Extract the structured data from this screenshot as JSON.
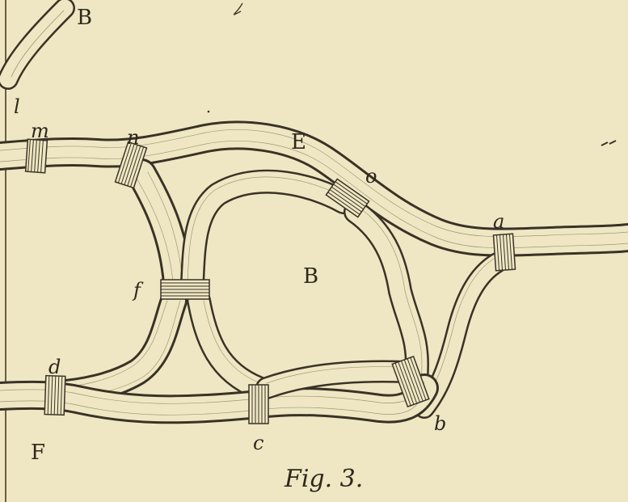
{
  "figure": {
    "caption": "Fig. 3.",
    "regions": {
      "upper_left": "B",
      "top": "E",
      "center": "B",
      "lower_left": "F"
    },
    "points": {
      "a": "a",
      "b": "b",
      "c": "c",
      "d": "d",
      "f": "f",
      "l": "l",
      "m": "m",
      "n": "n",
      "o": "o"
    }
  },
  "colors": {
    "paper": "#efe7c3",
    "ink": "#3a3226"
  }
}
